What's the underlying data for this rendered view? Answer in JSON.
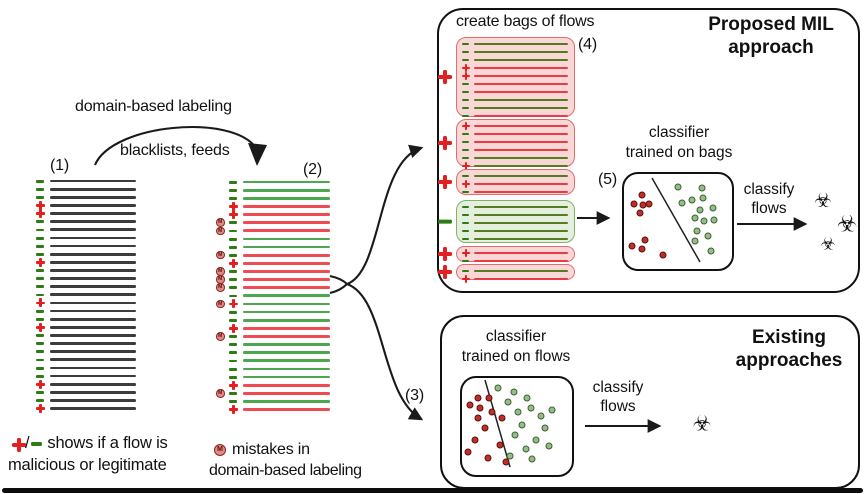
{
  "labels": {
    "domain_based_labeling": "domain-based labeling",
    "blacklists_feeds": "blacklists, feeds",
    "step_1": "(1)",
    "step_2": "(2)",
    "step_3": "(3)",
    "step_4": "(4)",
    "step_5": "(5)",
    "create_bags": "create bags of flows",
    "proposed_title_line1": "Proposed MIL",
    "proposed_title_line2": "approach",
    "classifier_bags_line1": "classifier",
    "classifier_bags_line2": "trained on bags",
    "classifier_flows_line1": "classifier",
    "classifier_flows_line2": "trained on flows",
    "classify_flows_line1": "classify",
    "classify_flows_line2": "flows",
    "existing_title_line1": "Existing",
    "existing_title_line2": "approaches",
    "legend_pm_slash": "/",
    "legend_pm_text1": "shows if a flow is",
    "legend_pm_text2": "malicious or legitimate",
    "legend_m_symbol": "M",
    "legend_m_text1": "mistakes in",
    "legend_m_text2": "domain-based labeling"
  },
  "icons": {
    "biohazard": "☣",
    "mistake_letter": "M",
    "plus_marker": "+",
    "minus_marker": "-"
  },
  "colors": {
    "line_black": "#3c3c3c",
    "line_green": "#4ea64e",
    "line_red": "#f04a52",
    "bag_line_green": "#557d1f",
    "bag_line_red": "#ea3a44",
    "marker_red": "#e3201f",
    "marker_green": "#2f7c15",
    "bag_pos_fill": "#f9d7d7",
    "bag_pos_border": "#e26b6b",
    "bag_neg_fill": "#e4f0dd",
    "bag_neg_border": "#84b06a",
    "dot_red_fill": "#c03026",
    "dot_red_border": "#551111",
    "dot_green_fill": "#94bd88",
    "dot_green_border": "#3e5e35",
    "mistake_fill": "#e08a85",
    "mistake_border": "#8c2721",
    "mistake_text": "#5c100c",
    "arrow": "#1a1a1a"
  },
  "flows": [
    {
      "gt": "-",
      "assigned": "legit",
      "mistake": false
    },
    {
      "gt": "-",
      "assigned": "legit",
      "mistake": false
    },
    {
      "gt": "-",
      "assigned": "legit",
      "mistake": false
    },
    {
      "gt": "+",
      "assigned": "malicious",
      "mistake": false
    },
    {
      "gt": "+",
      "assigned": "malicious",
      "mistake": false
    },
    {
      "gt": "-",
      "assigned": "malicious",
      "mistake": true
    },
    {
      "gt": "-",
      "assigned": "malicious",
      "mistake": true
    },
    {
      "gt": "-",
      "assigned": "legit",
      "mistake": false
    },
    {
      "gt": "-",
      "assigned": "legit",
      "mistake": false
    },
    {
      "gt": "-",
      "assigned": "malicious",
      "mistake": true
    },
    {
      "gt": "+",
      "assigned": "malicious",
      "mistake": false
    },
    {
      "gt": "-",
      "assigned": "malicious",
      "mistake": true
    },
    {
      "gt": "-",
      "assigned": "malicious",
      "mistake": true
    },
    {
      "gt": "-",
      "assigned": "malicious",
      "mistake": true
    },
    {
      "gt": "-",
      "assigned": "legit",
      "mistake": false
    },
    {
      "gt": "+",
      "assigned": "legit",
      "mistake": true
    },
    {
      "gt": "-",
      "assigned": "legit",
      "mistake": false
    },
    {
      "gt": "-",
      "assigned": "legit",
      "mistake": false
    },
    {
      "gt": "+",
      "assigned": "malicious",
      "mistake": false
    },
    {
      "gt": "-",
      "assigned": "malicious",
      "mistake": true
    },
    {
      "gt": "-",
      "assigned": "legit",
      "mistake": false
    },
    {
      "gt": "-",
      "assigned": "legit",
      "mistake": false
    },
    {
      "gt": "-",
      "assigned": "legit",
      "mistake": false
    },
    {
      "gt": "-",
      "assigned": "legit",
      "mistake": false
    },
    {
      "gt": "-",
      "assigned": "legit",
      "mistake": false
    },
    {
      "gt": "+",
      "assigned": "malicious",
      "mistake": false
    },
    {
      "gt": "-",
      "assigned": "malicious",
      "mistake": true
    },
    {
      "gt": "-",
      "assigned": "legit",
      "mistake": false
    },
    {
      "gt": "+",
      "assigned": "malicious",
      "mistake": false
    }
  ],
  "bags": [
    {
      "label": "+",
      "from": 0,
      "to": 10
    },
    {
      "label": "+",
      "from": 10,
      "to": 17
    },
    {
      "label": "+",
      "from": 17,
      "to": 20
    },
    {
      "label": "-",
      "from": 20,
      "to": 25
    },
    {
      "label": "+",
      "from": 25,
      "to": 27
    },
    {
      "label": "+",
      "from": 27,
      "to": 29
    }
  ],
  "scatter": {
    "classifier_bags": {
      "red": [
        [
          642,
          195
        ],
        [
          634,
          204
        ],
        [
          643,
          205
        ],
        [
          649,
          204
        ],
        [
          640,
          213
        ],
        [
          645,
          240
        ],
        [
          632,
          246
        ],
        [
          642,
          249
        ],
        [
          663,
          255
        ]
      ],
      "green": [
        [
          678,
          187
        ],
        [
          702,
          188
        ],
        [
          692,
          200
        ],
        [
          703,
          198
        ],
        [
          713,
          208
        ],
        [
          700,
          210
        ],
        [
          682,
          203
        ],
        [
          695,
          218
        ],
        [
          704,
          221
        ],
        [
          714,
          220
        ],
        [
          697,
          231
        ],
        [
          708,
          236
        ],
        [
          695,
          241
        ],
        [
          711,
          251
        ]
      ]
    },
    "classifier_flows": {
      "red": [
        [
          478,
          398
        ],
        [
          489,
          398
        ],
        [
          470,
          405
        ],
        [
          480,
          408
        ],
        [
          492,
          412
        ],
        [
          478,
          418
        ],
        [
          502,
          418
        ],
        [
          485,
          428
        ],
        [
          475,
          440
        ],
        [
          500,
          445
        ],
        [
          468,
          452
        ],
        [
          488,
          458
        ],
        [
          506,
          462
        ]
      ],
      "green": [
        [
          498,
          388
        ],
        [
          514,
          392
        ],
        [
          527,
          398
        ],
        [
          508,
          402
        ],
        [
          531,
          408
        ],
        [
          518,
          412
        ],
        [
          541,
          416
        ],
        [
          552,
          410
        ],
        [
          545,
          428
        ],
        [
          522,
          425
        ],
        [
          536,
          440
        ],
        [
          549,
          446
        ],
        [
          515,
          435
        ],
        [
          526,
          449
        ],
        [
          510,
          456
        ],
        [
          532,
          459
        ]
      ]
    }
  },
  "biohazards_proposed": [
    [
      823,
      201,
      20
    ],
    [
      847,
      224,
      23
    ],
    [
      828,
      244,
      17
    ]
  ],
  "biohazards_existing": [
    [
      702,
      424,
      21
    ]
  ]
}
